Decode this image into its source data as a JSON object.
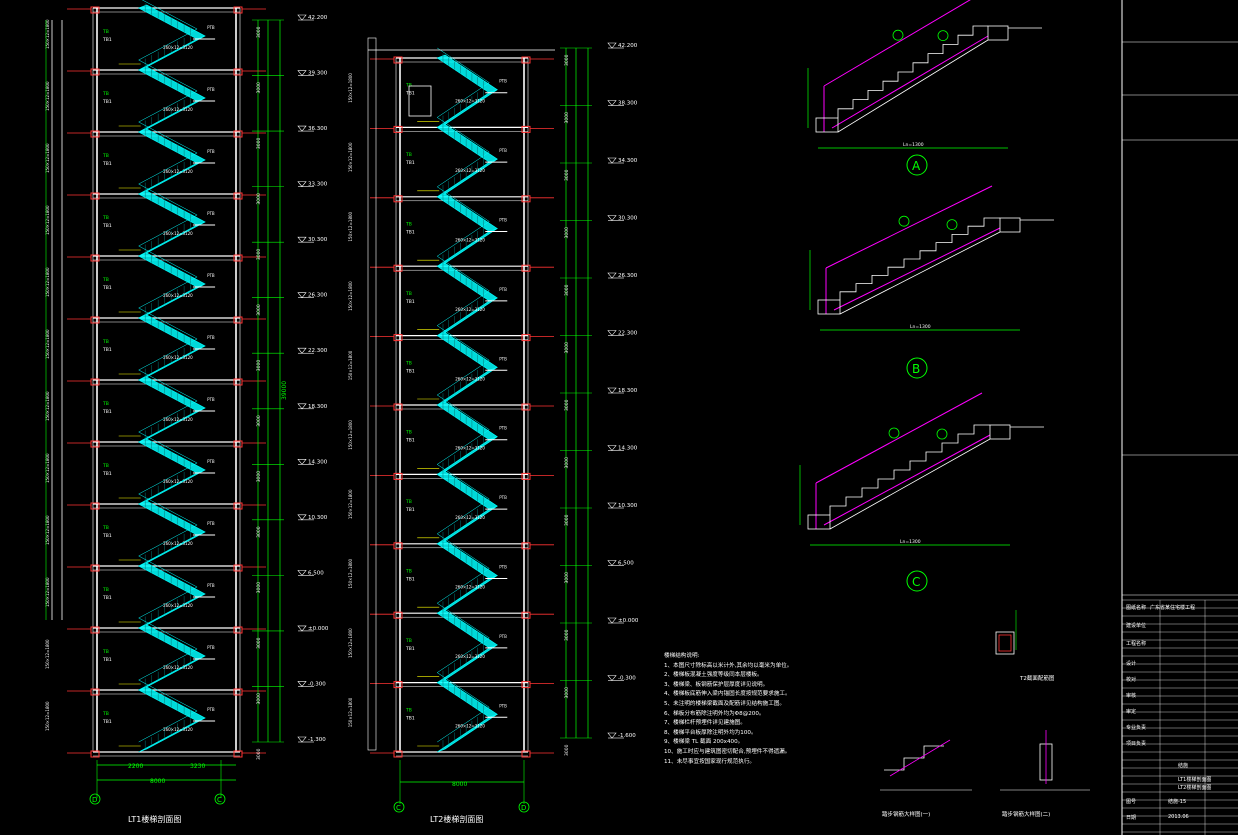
{
  "drawings": {
    "left_section_title": "LT1楼梯剖面图",
    "right_section_title": "LT2楼梯剖面图",
    "left_axis_labels": [
      "D",
      "C"
    ],
    "right_axis_labels": [
      "C",
      "D"
    ],
    "left_bottom_dims": [
      "8000",
      "2200",
      "3230"
    ],
    "right_bottom_dims": [
      "8000"
    ],
    "elevations_left": [
      "42.200",
      "39.300",
      "36.300",
      "33.300",
      "30.300",
      "26.300",
      "22.300",
      "18.300",
      "14.300",
      "10.300",
      "6.500",
      "±0.000",
      "-0.300",
      "-1.300"
    ],
    "elevations_right": [
      "42.200",
      "38.300",
      "34.300",
      "30.300",
      "26.300",
      "22.300",
      "18.300",
      "14.300",
      "10.300",
      "6.500",
      "±0.000",
      "-0.300",
      "-1.600"
    ],
    "total_height_dim": "39000",
    "detail_labels": [
      "A",
      "B",
      "C"
    ],
    "small_detail_titles": [
      "T2截面配筋图",
      "踏步钢筋大样图(一)",
      "踏步钢筋大样图(二)"
    ]
  },
  "notes": {
    "title": "楼梯结构说明:",
    "lines": [
      "1、本图尺寸除标高以米计外,其余均以毫米为单位。",
      "2、楼梯板混凝土强度等级同本层楼板。",
      "3、楼梯梁、板钢筋保护层厚度详见说明。",
      "4、楼梯板底筋伸入梁内锚固长度按规范要求施工。",
      "5、未注明的楼梯梁截面及配筋详见结构施工图。",
      "6、梯板分布筋除注明外均为Φ8@200。",
      "7、楼梯栏杆预埋件详见建施图。",
      "8、楼梯平台板厚除注明外均为100。",
      "9、楼梯梁 TL 截面 200x400。",
      "10、施工时应与建筑图密切配合,预埋件不得遗漏。",
      "11、未尽事宜按国家现行规范执行。"
    ]
  },
  "title_block": {
    "rows": [
      "图纸名称",
      "建设单位",
      "工程名称",
      "设计",
      "校对",
      "审核",
      "审定",
      "专业负责",
      "项目负责",
      "结施",
      "LT1楼梯剖面图",
      "LT2楼梯剖面图",
      "图号",
      "日期"
    ],
    "project": "广东省某住宅楼工程",
    "sheet_no": "结施-15",
    "date": "2013.06"
  },
  "colors": {
    "background": "#000000",
    "stair": "#00ffff",
    "walls": "#ffffff",
    "beams": "#ff3333",
    "dims": "#00ff00",
    "rebar": "#ff00ff",
    "text": "#ffffff",
    "yellow": "#ffff00"
  }
}
